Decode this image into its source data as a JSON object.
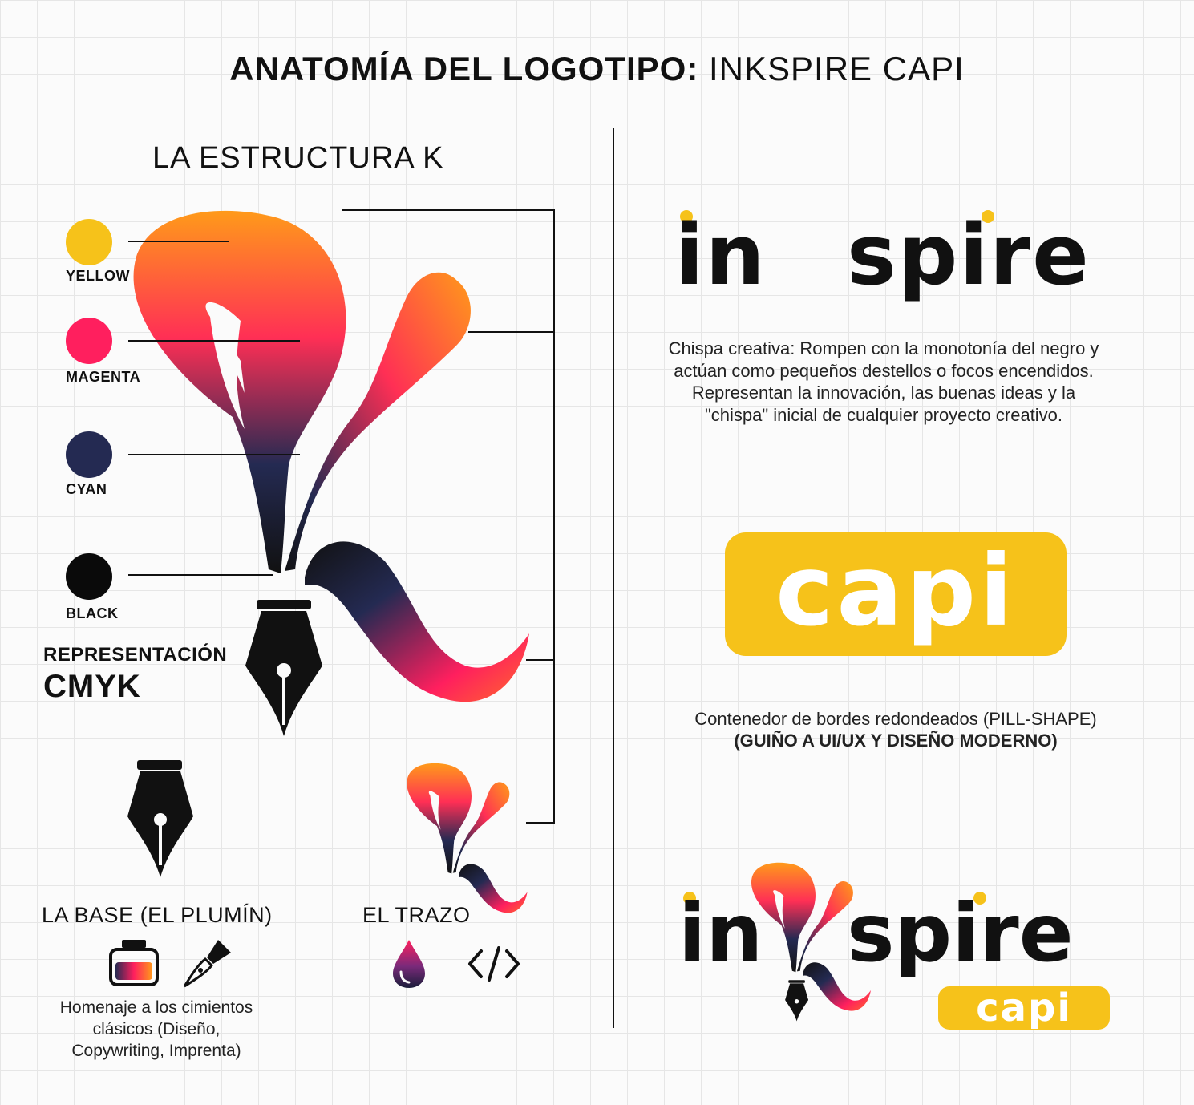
{
  "title": {
    "bold": "ANATOMÍA DEL LOGOTIPO:",
    "light": " INKSPIRE CAPI"
  },
  "left": {
    "heading": "LA ESTRUCTURA K",
    "swatches": [
      {
        "label": "YELLOW",
        "color": "#f6c21a"
      },
      {
        "label": "MAGENTA",
        "color": "#ff1f5e"
      },
      {
        "label": "CYAN",
        "color": "#242a52"
      },
      {
        "label": "BLACK",
        "color": "#0a0a0a"
      }
    ],
    "cmyk_line1": "REPRESENTACIÓN",
    "cmyk_line2": "CMYK",
    "base_label": "LA BASE (EL PLUMÍN)",
    "stroke_label": "EL TRAZO",
    "base_desc": [
      "Homenaje a los cimientos",
      "clásicos (Diseño,",
      "Copywriting, Imprenta)"
    ],
    "icons": [
      "ink-bottle-icon",
      "fountain-pen-icon",
      "ink-drop-icon",
      "code-icon"
    ]
  },
  "right": {
    "wordmark_left": "in",
    "wordmark_right": "spire",
    "spark_desc": [
      "Chispa creativa: Rompen con la monotonía del negro y",
      "actúan como pequeños destellos o focos encendidos.",
      "Representan la innovación, las buenas ideas y la",
      "\"chispa\" inicial de cualquier proyecto creativo."
    ],
    "pill_text": "capi",
    "pill_caption_1": "Contenedor de bordes redondeados (PILL-SHAPE)",
    "pill_caption_2": "(GUIÑO A UI/UX Y DISEÑO MODERNO)",
    "final_left": "in",
    "final_right": "spire",
    "final_pill": "capi"
  },
  "colors": {
    "yellow": "#f6c21a",
    "orange": "#ff8a1f",
    "magenta": "#ff1f5e",
    "navy": "#242a52",
    "black": "#111111"
  }
}
